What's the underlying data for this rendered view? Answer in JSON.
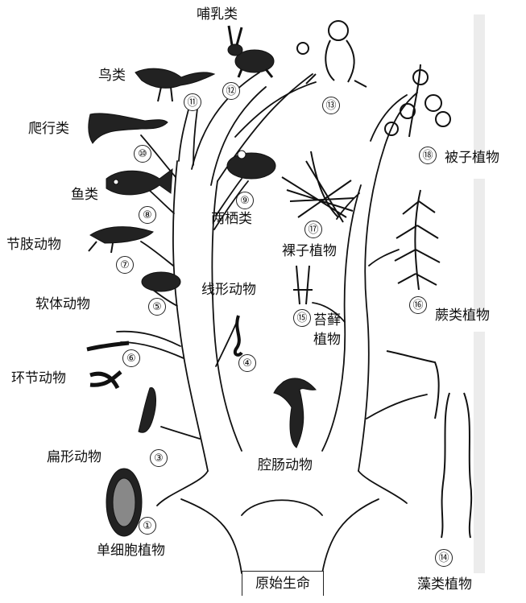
{
  "root": {
    "label": "原始生命"
  },
  "groups": {
    "mammals": {
      "label": "哺乳类",
      "num": "⑫"
    },
    "birds": {
      "label": "鸟类",
      "num": "⑪"
    },
    "reptiles": {
      "label": "爬行类",
      "num": "⑩"
    },
    "fish": {
      "label": "鱼类",
      "num": "⑧"
    },
    "amphibians": {
      "label": "两栖类",
      "num": "⑨"
    },
    "arthropods": {
      "label": "节肢动物",
      "num": "⑦"
    },
    "mollusks": {
      "label": "软体动物",
      "num": "⑤"
    },
    "nematodes": {
      "label": "线形动物",
      "num": "④"
    },
    "annelids": {
      "label": "环节动物",
      "num": "⑥"
    },
    "flatworms": {
      "label": "扁形动物",
      "num": "③"
    },
    "coelenterates": {
      "label": "腔肠动物",
      "num": ""
    },
    "unicellular": {
      "label": "单细胞植物",
      "num": "①"
    },
    "humans": {
      "label": "",
      "num": "⑬"
    },
    "angiosperms": {
      "label": "被子植物",
      "num": "⑱"
    },
    "gymnosperms": {
      "label": "裸子植物",
      "num": "⑰"
    },
    "ferns": {
      "label": "蕨类植物",
      "num": "⑯"
    },
    "mosses": {
      "label": "苔藓植物",
      "num": "⑮"
    },
    "algae": {
      "label": "藻类植物",
      "num": "⑭"
    }
  },
  "colors": {
    "ink": "#111111",
    "guide": "#ececec"
  }
}
